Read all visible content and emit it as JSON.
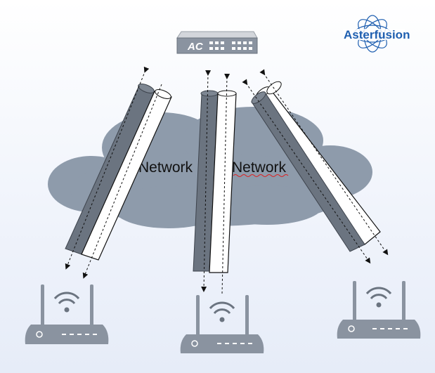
{
  "logo": {
    "text": "Asterfusion",
    "color": "#1f5fb0"
  },
  "controller": {
    "label": "AC",
    "icon": "switch-device-icon"
  },
  "cloud": {
    "color": "#8e9bab",
    "labels": [
      "Network",
      "Network"
    ]
  },
  "tunnels": [
    {
      "name": "left-tunnel"
    },
    {
      "name": "center-tunnel"
    },
    {
      "name": "right-tunnel"
    }
  ],
  "access_points": [
    {
      "name": "left-ap",
      "icon": "wifi-router-icon"
    },
    {
      "name": "center-ap",
      "icon": "wifi-router-icon"
    },
    {
      "name": "right-ap",
      "icon": "wifi-router-icon"
    }
  ],
  "colors": {
    "tunnel_dark": "#6b7480",
    "tunnel_light": "#ffffff",
    "device": "#8a93a0"
  }
}
